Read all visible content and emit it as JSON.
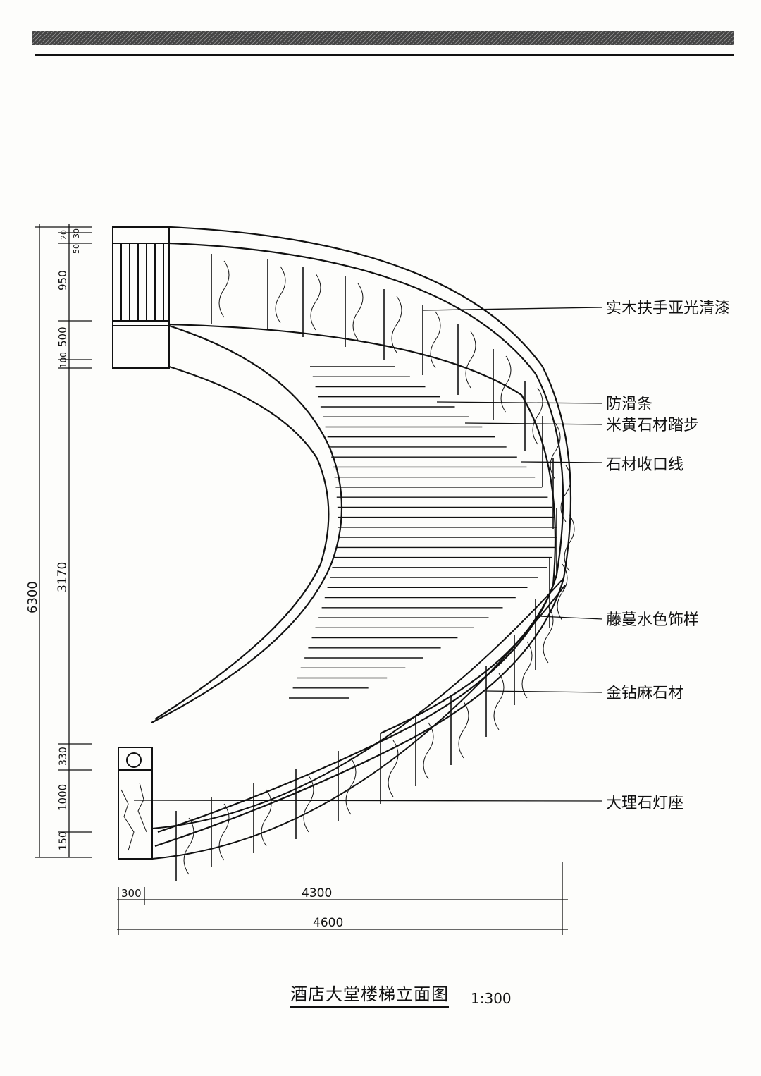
{
  "dimensions": {
    "vertical_total": "6300",
    "vertical_segments": [
      "20",
      "30",
      "50",
      "950",
      "500",
      "100",
      "3170",
      "330",
      "1000",
      "150"
    ],
    "horizontal_segments": [
      "300",
      "4300"
    ],
    "horizontal_total": "4600"
  },
  "callouts": [
    "实木扶手亚光清漆",
    "防滑条",
    "米黄石材踏步",
    "石材收口线",
    "藤蔓水色饰样",
    "金钻麻石材",
    "大理石灯座"
  ],
  "caption": {
    "title": "酒店大堂楼梯立面图",
    "scale": "1:300"
  }
}
